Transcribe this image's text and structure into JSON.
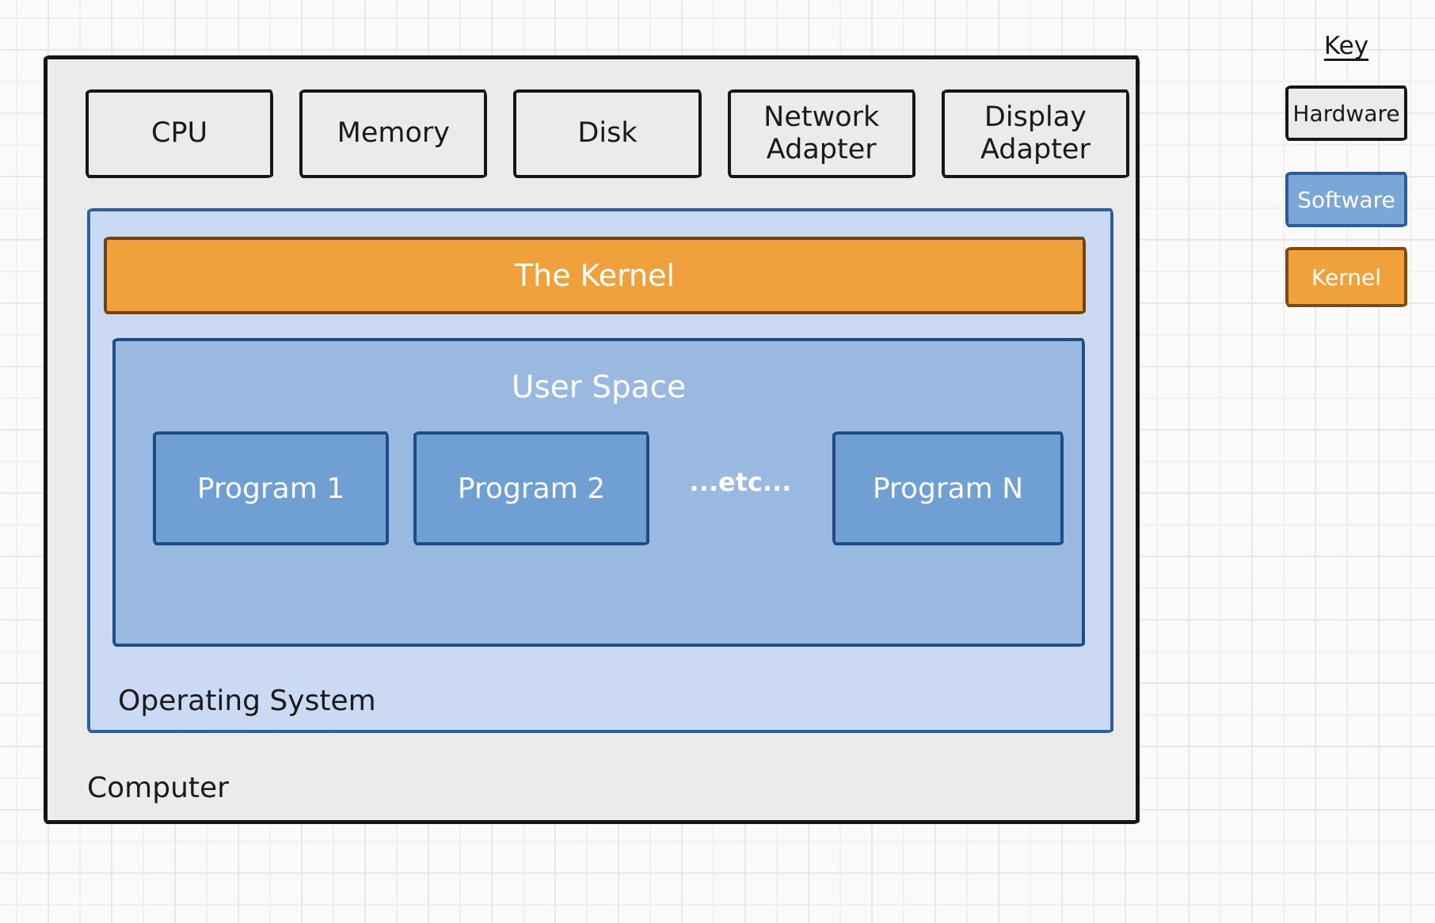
{
  "diagram": {
    "computer_label": "Computer",
    "hardware_boxes": [
      {
        "label": "CPU"
      },
      {
        "label": "Memory"
      },
      {
        "label": "Disk"
      },
      {
        "label": "Network Adapter"
      },
      {
        "label": "Display Adapter"
      }
    ],
    "os_label": "Operating System",
    "kernel_label": "The Kernel",
    "user_space": {
      "title": "User Space",
      "programs": [
        {
          "label": "Program 1"
        },
        {
          "label": "Program 2"
        },
        {
          "label": "Program N"
        }
      ],
      "etc_label": "...etc..."
    }
  },
  "key": {
    "title": "Key",
    "items": [
      {
        "label": "Hardware",
        "swatch": "hardware"
      },
      {
        "label": "Software",
        "swatch": "software"
      },
      {
        "label": "Kernel",
        "swatch": "kernel"
      }
    ]
  },
  "colors": {
    "page_bg": "#fafafa",
    "grid_line": "#f0f0f0",
    "grid_line_strong": "#e8e8e8",
    "hardware_fill": "#ebebeb",
    "hardware_border": "#161616",
    "os_fill": "#ccd9f2",
    "os_border": "#2e5fa3",
    "userspace_fill": "#9ab9e0",
    "userspace_border": "#1d4d85",
    "program_fill": "#6f9fd3",
    "kernel_fill": "#f0a13c",
    "kernel_border": "#6f4312",
    "key_software_fill": "#7aa7d8",
    "key_software_border": "#2b5d9e",
    "key_kernel_border": "#7c4b16",
    "text_dark": "#1a1a1a",
    "text_light": "#ffffff"
  }
}
